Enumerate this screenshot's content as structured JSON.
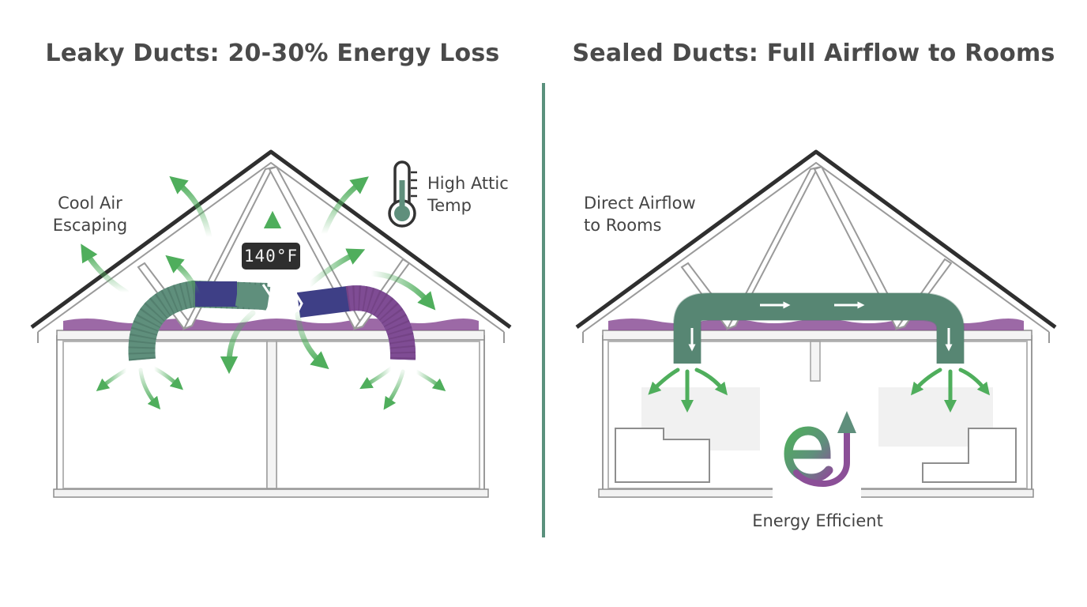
{
  "left_panel": {
    "title": "Leaky Ducts: 20-30% Energy Loss",
    "label_escape": [
      "Cool Air",
      "Escaping"
    ],
    "label_attic": [
      "High Attic",
      "Temp"
    ],
    "temperature": "140°F"
  },
  "right_panel": {
    "title": "Sealed Ducts: Full Airflow to Rooms",
    "label_airflow": [
      "Direct Airflow",
      "to Rooms"
    ],
    "label_efficient": "Energy Efficient"
  },
  "colors": {
    "arrow_green": "#4fae5c",
    "duct_green": "#5f8f7c",
    "duct_navy": "#3e3f86",
    "insulation_purple": "#8b4f97",
    "divider": "#5a917d"
  },
  "icons": [
    "thermometer-icon",
    "energy-e-logo-icon"
  ]
}
